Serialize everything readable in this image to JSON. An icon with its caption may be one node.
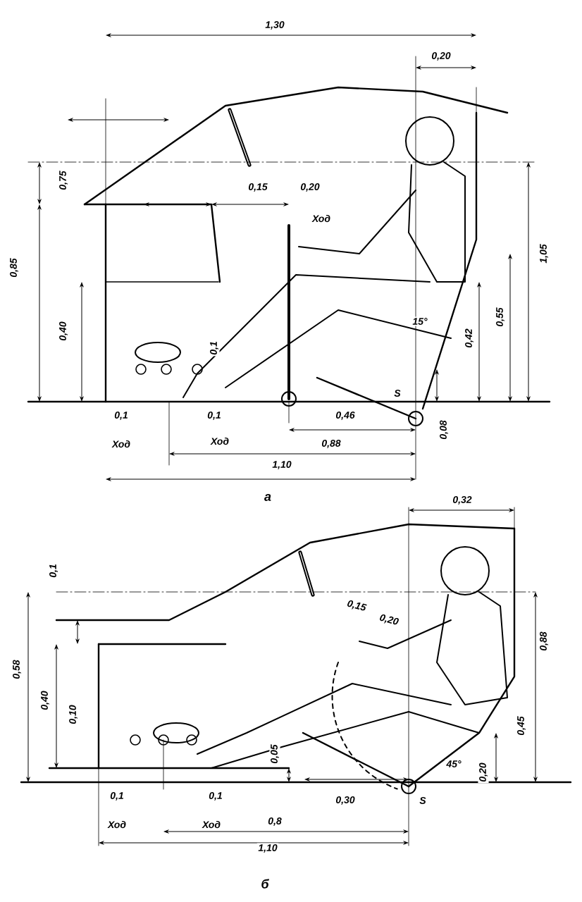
{
  "diagram": {
    "labels": [
      "1,30",
      "0,20",
      "0,75",
      "0,15",
      "0,20",
      "Ход",
      "0,85",
      "0,40",
      "0,1",
      "15°",
      "0,42",
      "0,55",
      "1,05",
      "S",
      "0,1",
      "Ход",
      "0,1",
      "Ход",
      "0,46",
      "0,88",
      "0,08",
      "1,10",
      "а",
      "0,32",
      "0,1",
      "0,15",
      "0,20",
      "0,88",
      "0,58",
      "0,40",
      "0,10",
      "0,05",
      "45°",
      "0,20",
      "0,45",
      "S",
      "0,1",
      "Ход",
      "0,1",
      "Ход",
      "0,30",
      "0,8",
      "1,10",
      "б"
    ]
  }
}
